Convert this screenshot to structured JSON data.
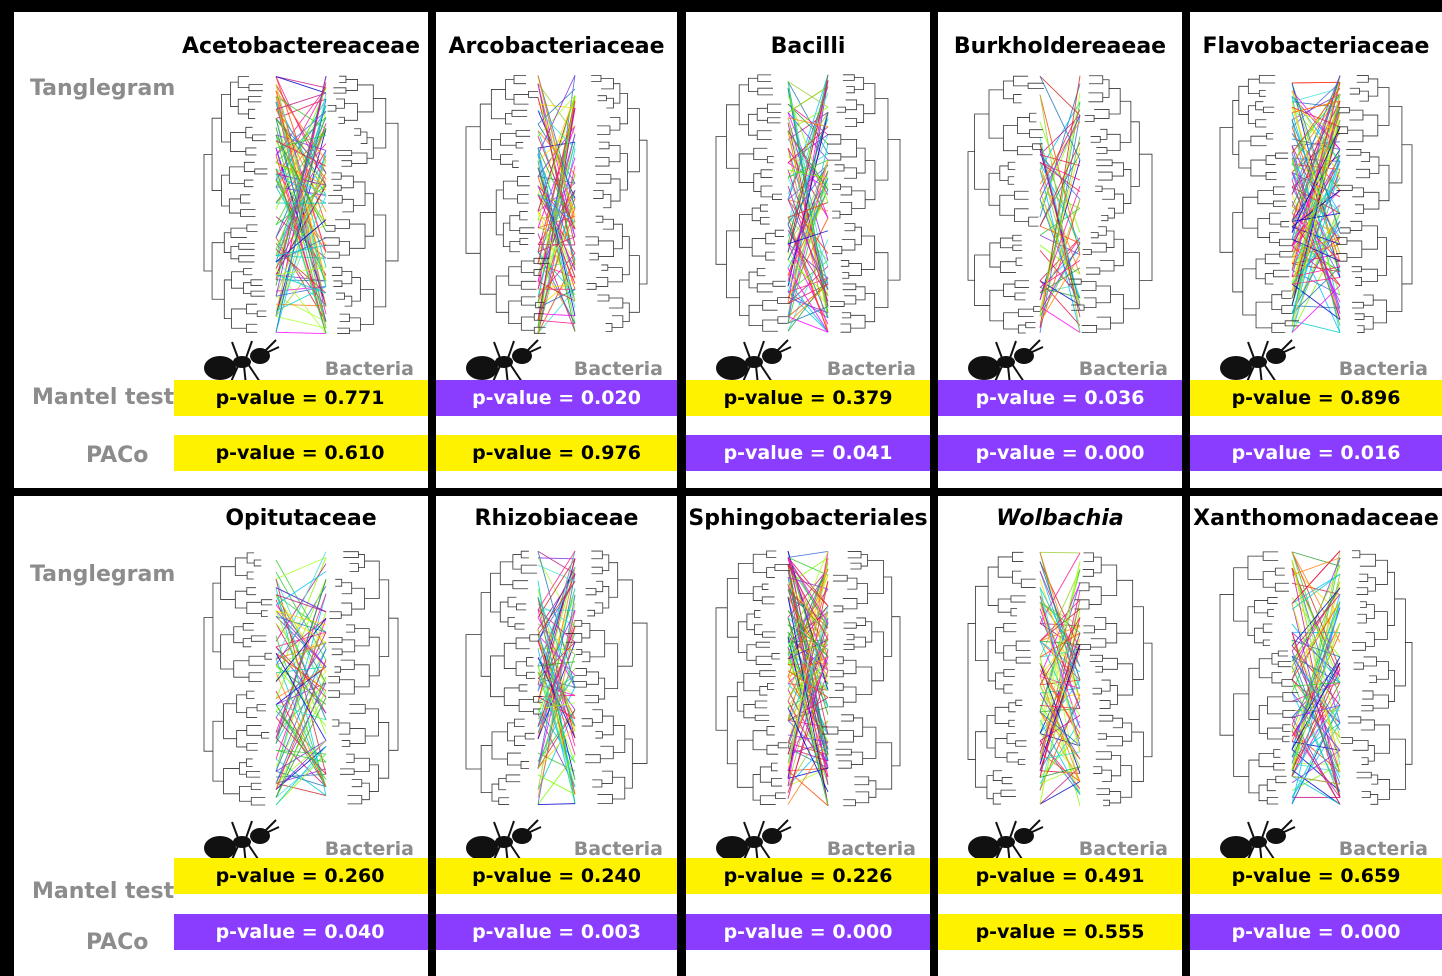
{
  "row_labels": {
    "tanglegram": "Tanglegram",
    "mantel": "Mantel test",
    "paco": "PACo"
  },
  "legend_bacteria": "Bacteria",
  "colors": {
    "significant": "#8b3dff",
    "not_significant": "#fff200"
  },
  "panels": [
    {
      "title": "Acetobactereaceae",
      "italic": false,
      "mantel": "p-value = 0.771",
      "mantel_significant": false,
      "paco": "p-value = 0.610",
      "paco_significant": false
    },
    {
      "title": "Arcobacteriaceae",
      "italic": false,
      "mantel": "p-value = 0.020",
      "mantel_significant": true,
      "paco": "p-value = 0.976",
      "paco_significant": false
    },
    {
      "title": "Bacilli",
      "italic": false,
      "mantel": "p-value = 0.379",
      "mantel_significant": false,
      "paco": "p-value = 0.041",
      "paco_significant": true
    },
    {
      "title": "Burkholdereaeae",
      "italic": false,
      "mantel": "p-value = 0.036",
      "mantel_significant": true,
      "paco": "p-value = 0.000",
      "paco_significant": true
    },
    {
      "title": "Flavobacteriaceae",
      "italic": false,
      "mantel": "p-value = 0.896",
      "mantel_significant": false,
      "paco": "p-value = 0.016",
      "paco_significant": true
    },
    {
      "title": "Opitutaceae",
      "italic": false,
      "mantel": "p-value = 0.260",
      "mantel_significant": false,
      "paco": "p-value = 0.040",
      "paco_significant": true
    },
    {
      "title": "Rhizobiaceae",
      "italic": false,
      "mantel": "p-value = 0.240",
      "mantel_significant": false,
      "paco": "p-value = 0.003",
      "paco_significant": true
    },
    {
      "title": "Sphingobacteriales",
      "italic": false,
      "mantel": "p-value = 0.226",
      "mantel_significant": false,
      "paco": "p-value = 0.000",
      "paco_significant": true
    },
    {
      "title": "Wolbachia",
      "italic": true,
      "mantel": "p-value = 0.491",
      "mantel_significant": false,
      "paco": "p-value = 0.555",
      "paco_significant": false
    },
    {
      "title": "Xanthomonadaceae",
      "italic": false,
      "mantel": "p-value = 0.659",
      "mantel_significant": false,
      "paco": "p-value = 0.000",
      "paco_significant": true
    }
  ]
}
